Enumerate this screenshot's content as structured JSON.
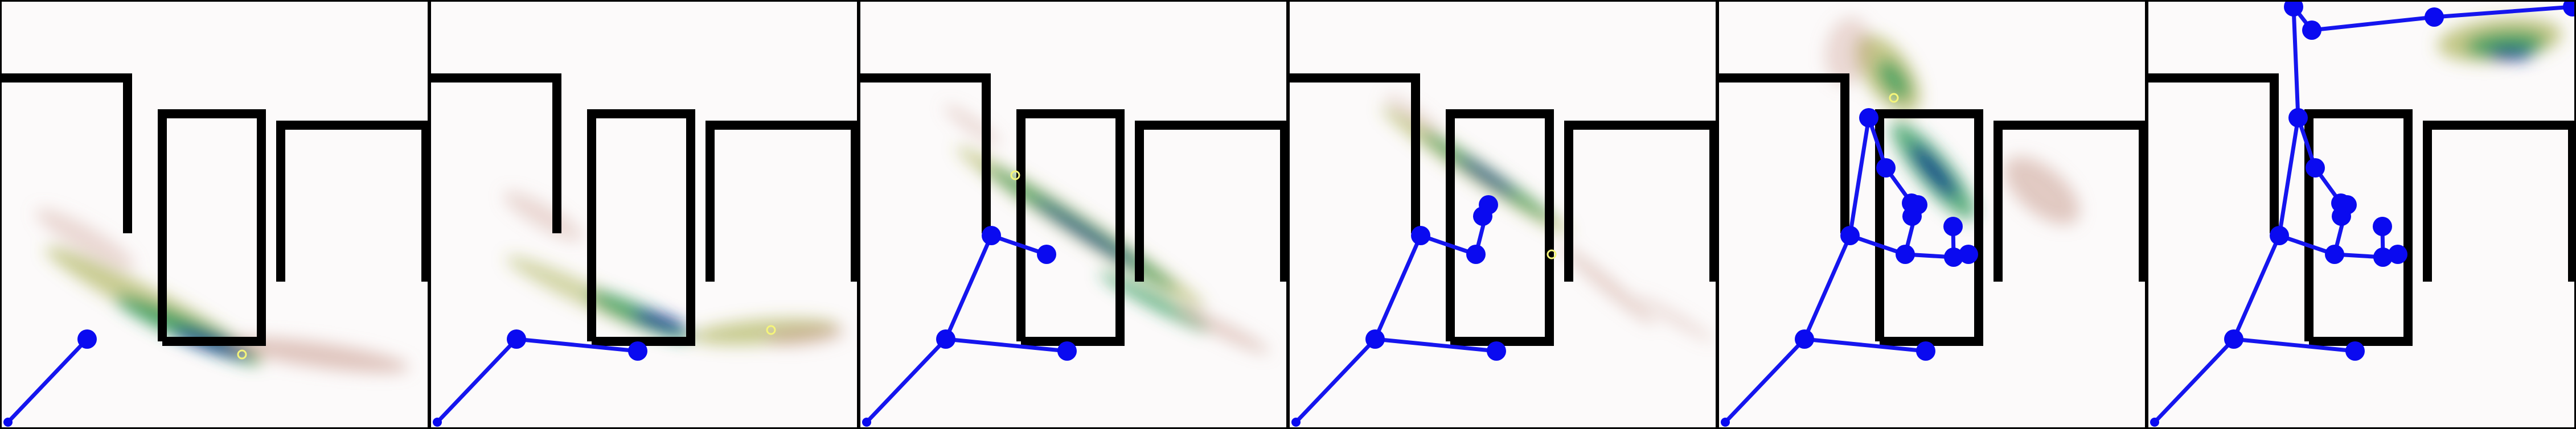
{
  "colors": {
    "panel_background": "#fcfafa",
    "panel_border": "#000000",
    "wall": "#000000",
    "tree_edge": "#1515ee",
    "tree_node": "#0a0af0",
    "target_marker": "#f5f57a",
    "density_low": "#c8998c",
    "density_mid": "#9ea63a",
    "density_high": "#2f9a5a",
    "density_peak": "#0c2f8c"
  },
  "panels": [
    {
      "id": "step-1"
    },
    {
      "id": "step-2"
    },
    {
      "id": "step-3"
    },
    {
      "id": "step-4"
    },
    {
      "id": "step-5"
    },
    {
      "id": "step-6"
    }
  ]
}
